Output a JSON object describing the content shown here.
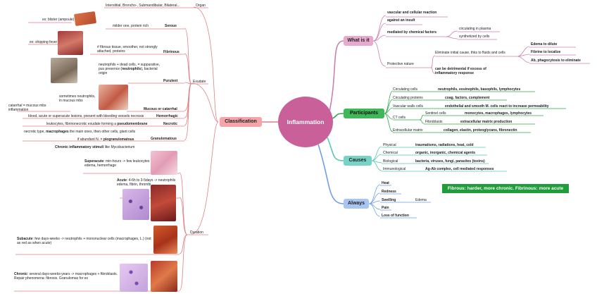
{
  "center": "Inflammation",
  "branches": {
    "what": "What is it",
    "participants": "Participants",
    "causes": "Causes",
    "always": "Always",
    "classification": "Classification"
  },
  "what": {
    "items": [
      "vascular and cellular reaction",
      "against an insult",
      "mediated by chemical factors",
      "Protective nature"
    ],
    "chem_sub": [
      "circulating in plasma",
      "synthetized by cells"
    ],
    "protective_desc": "Eliminate initial cause, thks to fluids and cells",
    "protective_effects": [
      "Edema to dilute",
      "Fibrine to localize",
      "Ab, phagocytosis to eliminate"
    ],
    "detrimental": "can be detrimental if excess of inflammatory response"
  },
  "participants": {
    "rows": [
      {
        "label": "Circulating cells",
        "detail": "neutrophils, eosinophils, basophils, lymphocytes"
      },
      {
        "label": "Circulating proteins",
        "detail": "coag. factors, complement"
      },
      {
        "label": "Vascular walls cells",
        "detail": "endothelial and smooth M. cells react to increase permeability"
      },
      {
        "label": "CT cells",
        "detail": ""
      },
      {
        "label": "Extracellular matrix",
        "detail": "collagen, elastin, proteoglycans, fibronectin"
      }
    ],
    "ct_sub": [
      {
        "label": "Sentinel cells",
        "detail": "monocytes, macrophages, lymphocytes"
      },
      {
        "label": "Fibroblasts",
        "detail": "extracellular matrix production"
      }
    ]
  },
  "causes": {
    "rows": [
      {
        "label": "Physical",
        "detail": "traumatisms, radiations, heat, cold"
      },
      {
        "label": "Chemical",
        "detail": "organic, inorganic, chemical agents"
      },
      {
        "label": "Biological",
        "detail": "bacteria, viruses, fungi, parasites (toxins)"
      },
      {
        "label": "Immunological",
        "detail": "Ag-Ab complex, cell mediated responses"
      }
    ]
  },
  "always": {
    "items": [
      "Heat",
      "Redness",
      "Swelling",
      "Pain",
      "Loss of function"
    ],
    "swelling_sub": "Edema"
  },
  "note": "Fibrous: harder, more chronic. Fibrinous: more acute",
  "classification": {
    "organ_label": "Organ",
    "organ_desc": "Interstitial, Broncho-, Submandibular, Bilateral...",
    "exudate_label": "Exudate",
    "duration_label": "Duration",
    "exudate": {
      "serous": {
        "name": "Serous",
        "desc": "milder one, protein rich",
        "example": "ex: blister (ampoule)"
      },
      "fibrinous": {
        "name": "Fibrinous",
        "desc": "# fibrous tissue, smoother, not strongly attached, proteins",
        "example": "ex: shipping fever"
      },
      "purulent": {
        "name": "Purulent",
        "desc1": "neutrophils + dead cells, = suppurative, pus presence (",
        "desc_bold": "neutrophils",
        "desc2": "), bacterial origin"
      },
      "mucous": {
        "name": "Mucous or catarrhal",
        "desc": "sometimes neutrophils, in mucous mbs",
        "example": "catarrhal = mucous mbs inflammation"
      },
      "hemorrhagic": {
        "name": "Hemorrhagic",
        "desc": "blood, acute or superacute lesions, present with bleeding vessels necrosis"
      },
      "necrotic": {
        "name": "Necrotic",
        "desc1": "leukocytes, fibrinonecrotic exudate forming a ",
        "desc_bold": "pseudomembrane"
      },
      "granulomatous": {
        "name": "Granulomatous",
        "desc1": "necrotic type, ",
        "desc_bold": "macrophages",
        "desc2": " the main ones, then other cells, giant cells",
        "sub1_pre": "if abundant N. = ",
        "sub1_bold": "piogranulomatous",
        "sub2_bold": "Chronic inflammatory stimuli",
        "sub2_post": " like Mycobacterium"
      }
    },
    "duration": {
      "superacute": {
        "name": "Superacute",
        "desc": ": min-hours -> few leukocytes edema, hemorrhage"
      },
      "acute": {
        "name": "Acute",
        "desc": ": 4-6h to 3-5days ->  neutrophils edema, fibrin, thrombi"
      },
      "subacute": {
        "name": "Subacute",
        "desc": ": few days-weeks -> neutrophils + mononuclear cells (macrophages, L.) (not as red as when acute)"
      },
      "chronic": {
        "name": "Chronic",
        "desc": ": several days-weeks-years -> macrophages + fibroblasts. Repair phenomena: fibrosis. Granulomas for ex"
      }
    }
  },
  "colors": {
    "center": "#c9609a",
    "what": "#e8a9cf",
    "participants": "#40b85a",
    "causes": "#76d3c5",
    "always": "#a8c6ef",
    "classification": "#f3a5aa",
    "note": "#1f9d3a"
  }
}
